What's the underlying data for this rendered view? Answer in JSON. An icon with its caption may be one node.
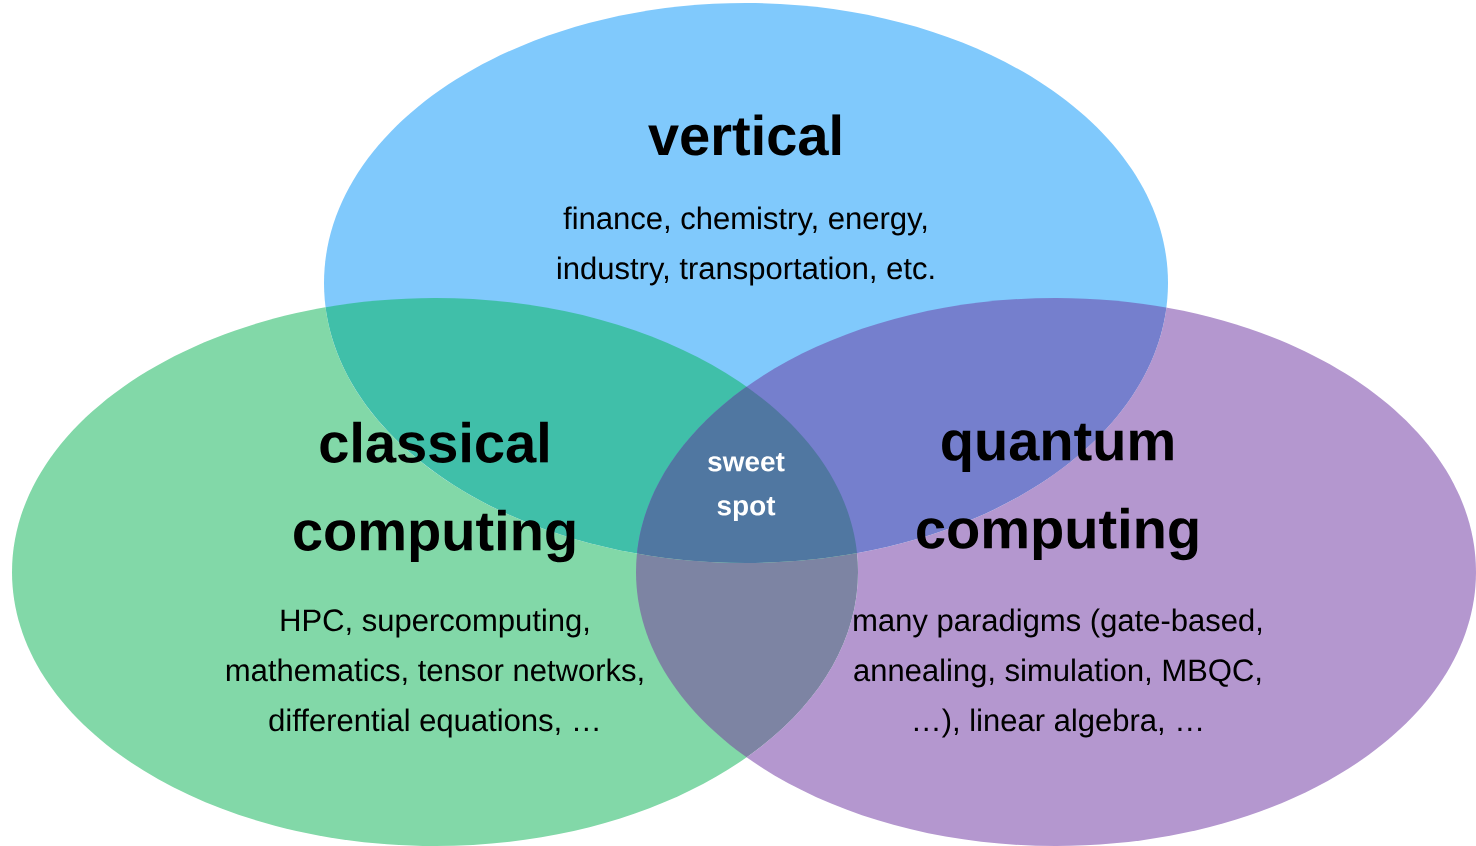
{
  "diagram": {
    "nodes": [
      {
        "text": [
          "vertical",
          "finance, chemistry, energy, industry, transportation, etc."
        ]
      },
      {
        "text": [
          "classical computing",
          "HPC, supercomputing, mathematics, tensor networks, differential equations, …"
        ]
      },
      {
        "text": [
          "quantum computing",
          "many paradigms (gate-based, annealing, simulation, MBQC, …), linear algebra, …"
        ]
      }
    ],
    "labels": [
      "sweet spot"
    ]
  }
}
